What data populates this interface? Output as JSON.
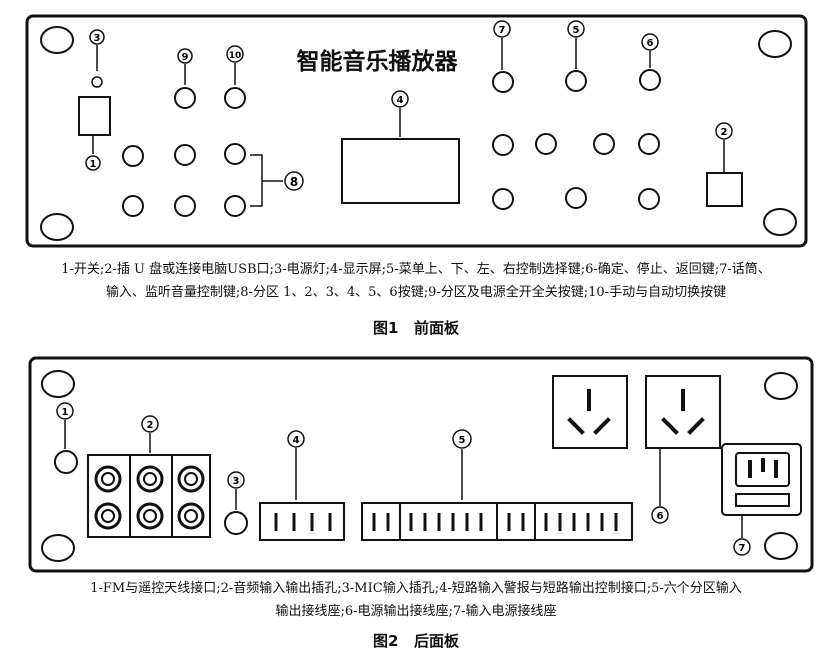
{
  "figure1": {
    "panel_title": "智能音乐播放器",
    "labels": {
      "l1": "1",
      "l2": "2",
      "l3": "3",
      "l4": "4",
      "l5": "5",
      "l6": "6",
      "l7": "7",
      "l8": "8",
      "l9": "9",
      "l10": "10"
    },
    "caption_line1": "1-开关;2-插 U 盘或连接电脑USB口;3-电源灯;4-显示屏;5-菜单上、下、左、右控制选择键;6-确定、停止、返回键;7-话筒、",
    "caption_line2": "输入、监听音量控制键;8-分区 1、2、3、4、5、6按键;9-分区及电源全开全关按键;10-手动与自动切换按键",
    "title": "图1   前面板"
  },
  "figure2": {
    "labels": {
      "l1": "1",
      "l2": "2",
      "l3": "3",
      "l4": "4",
      "l5": "5",
      "l6": "6",
      "l7": "7"
    },
    "caption_line1": "1-FM与遥控天线接口;2-音频输入输出插孔;3-MIC输入插孔;4-短路输入警报与短路输出控制接口;5-六个分区输入",
    "caption_line2": "输出接线座;6-电源输出接线座;7-输入电源接线座",
    "title": "图2   后面板"
  }
}
